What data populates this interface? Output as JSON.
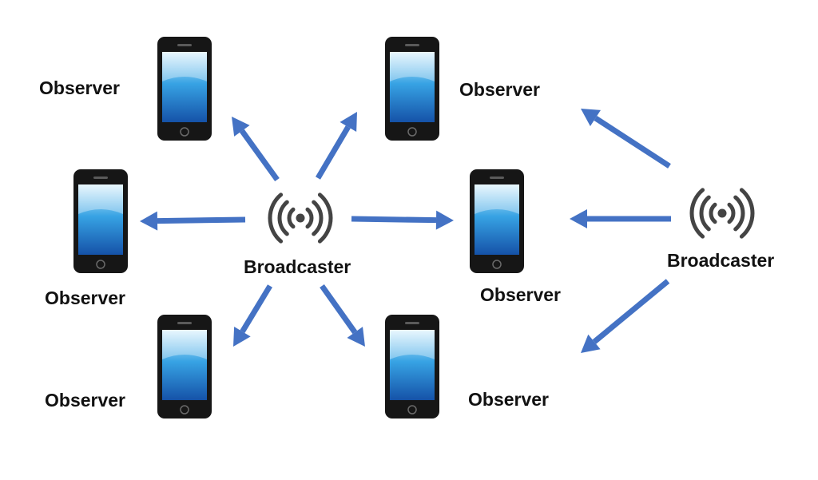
{
  "colors": {
    "arrow": "#4472C4",
    "phone_body": "#161616",
    "screen_top": "#DDF3FD",
    "screen_mid": "#37A3E4",
    "screen_bottom": "#1552A8",
    "signal": "#444444",
    "text": "#111111"
  },
  "icons": {
    "phone": "smartphone-icon",
    "broadcaster": "wireless-signal-icon",
    "arrow": "arrow-icon"
  },
  "nodes": {
    "observer_top_left": {
      "label": "Observer"
    },
    "observer_top_middle": {
      "label": "Observer"
    },
    "observer_left": {
      "label": "Observer"
    },
    "observer_center": {
      "label": "Observer"
    },
    "observer_bottom_left": {
      "label": "Observer"
    },
    "observer_bottom_middle": {
      "label": "Observer"
    },
    "broadcaster_left": {
      "label": "Broadcaster"
    },
    "broadcaster_right": {
      "label": "Broadcaster"
    }
  }
}
